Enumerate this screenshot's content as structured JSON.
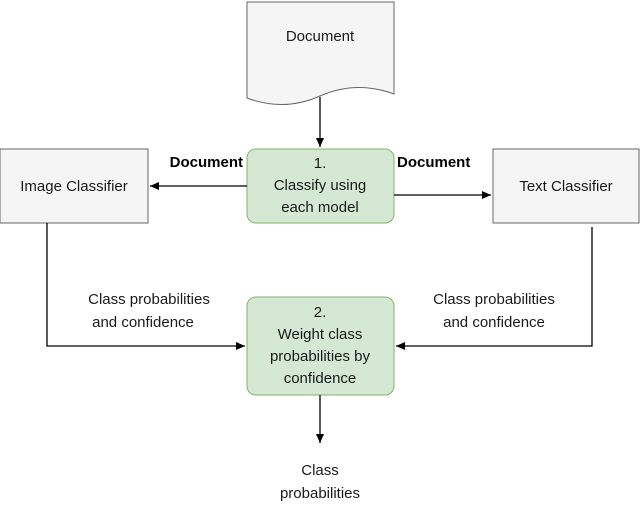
{
  "colors": {
    "step_fill": "#d5e8d4",
    "step_stroke": "#82b366",
    "node_fill": "#f5f5f5",
    "node_stroke": "#666666",
    "line": "#000000"
  },
  "document_node": {
    "label": "Document"
  },
  "image_classifier": {
    "label": "Image Classifier"
  },
  "text_classifier": {
    "label": "Text Classifier"
  },
  "step1": {
    "number": "1.",
    "line1": "Classify using",
    "line2": "each model"
  },
  "step2": {
    "number": "2.",
    "line1": "Weight class",
    "line2": "probabilities by",
    "line3": "confidence"
  },
  "edge_labels": {
    "left_document": "Document",
    "right_document": "Document",
    "left_probs_line1": "Class probabilities",
    "left_probs_line2": "and confidence",
    "right_probs_line1": "Class probabilities",
    "right_probs_line2": "and confidence"
  },
  "output": {
    "line1": "Class",
    "line2": "probabilities"
  }
}
